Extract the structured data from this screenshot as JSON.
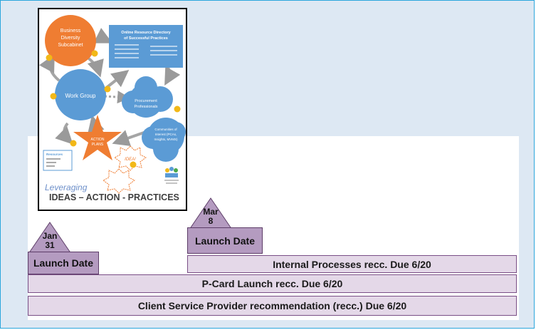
{
  "poster": {
    "subcabinet_label_1": "Business",
    "subcabinet_label_2": "Diversity",
    "subcabinet_label_3": "Subcabinet",
    "directory_title_1": "Online Resource Directory",
    "directory_title_2": "of Successful Practices",
    "work_group_label": "Work Group",
    "procurement_label_1": "Procurement",
    "procurement_label_2": "Professionals",
    "community_label_1": "Communities of",
    "community_label_2": "Interest (PCAs,",
    "community_label_3": "Insights, MVMS)",
    "action_label_1": "ACTION",
    "action_label_2": "PLANS",
    "idea_label": "IDEA!",
    "resources_title": "Resources",
    "leveraging_label": "Leveraging",
    "tagline": "IDEAS – ACTION - PRACTICES"
  },
  "milestones": {
    "jan": {
      "month": "Jan",
      "day": "31",
      "label": "Launch Date"
    },
    "mar": {
      "month": "Mar",
      "day": "8",
      "label": "Launch Date"
    }
  },
  "bars": {
    "internal": "Internal Processes recc. Due 6/20",
    "pcard": "P-Card Launch recc. Due 6/20",
    "client": "Client Service Provider recommendation (recc.) Due 6/20"
  },
  "colors": {
    "border": "#2ba6dc",
    "slide_bg": "#dde8f3",
    "bar_fill": "#e4d8e8",
    "launch_fill": "#b49bc0",
    "triangle_fill": "#b49bc0",
    "orange": "#ef7d32",
    "blue": "#5b9bd5"
  }
}
